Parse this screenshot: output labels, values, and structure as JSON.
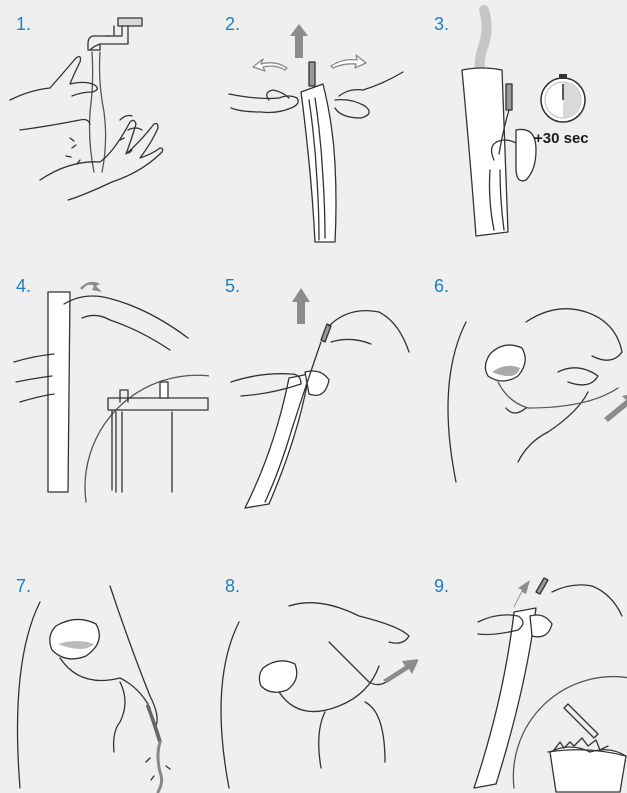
{
  "steps": [
    {
      "number": "1.",
      "content": "wash-hands-under-faucet"
    },
    {
      "number": "2.",
      "content": "open-catheter-package"
    },
    {
      "number": "3.",
      "content": "fill-package-with-water"
    },
    {
      "number": "4.",
      "content": "hang-package-with-adhesive"
    },
    {
      "number": "5.",
      "content": "pull-catheter-out"
    },
    {
      "number": "6.",
      "content": "insert-catheter"
    },
    {
      "number": "7.",
      "content": "drain-urine"
    },
    {
      "number": "8.",
      "content": "withdraw-catheter"
    },
    {
      "number": "9.",
      "content": "dispose-in-bin"
    }
  ],
  "timer": {
    "label": "+30 sec"
  },
  "colors": {
    "number": "#1f7fc1",
    "ink": "#333333",
    "arrow": "#8c8c8c",
    "background": "#efefef"
  }
}
